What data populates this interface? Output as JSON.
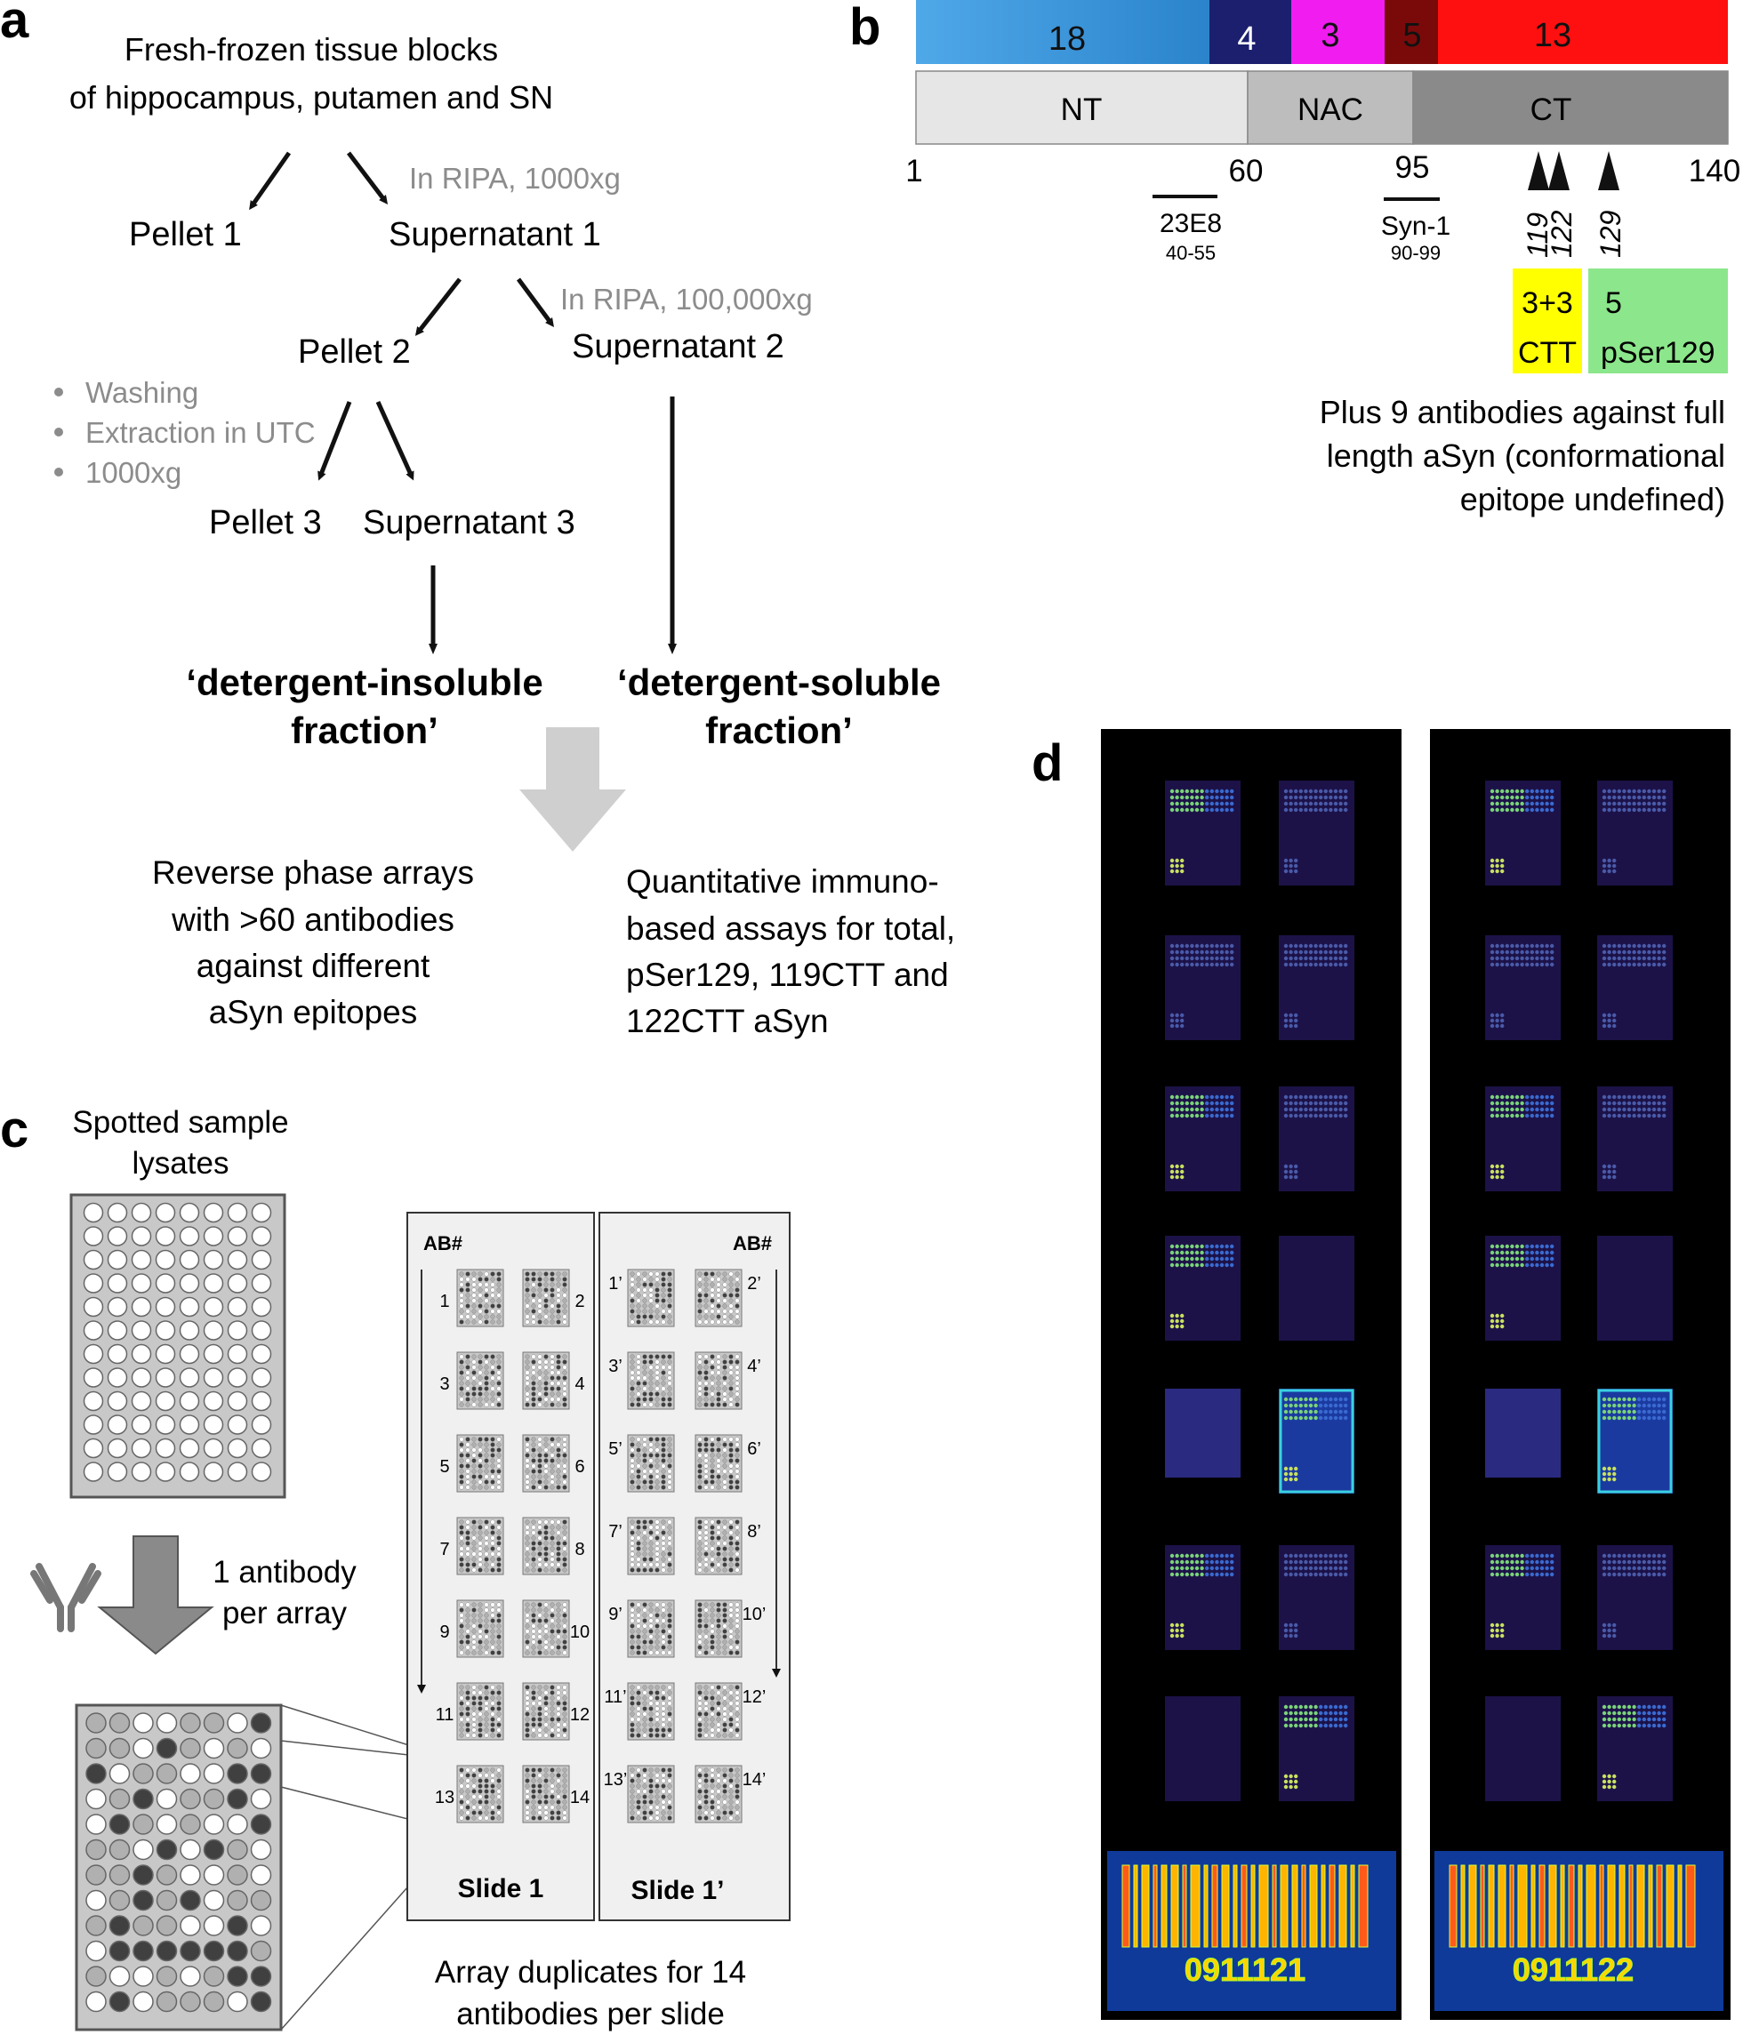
{
  "panels": {
    "a": {
      "letter": "a",
      "source": [
        "Fresh-frozen tissue blocks",
        "of hippocampus, putamen and SN"
      ],
      "step1_condition": "In RIPA, 1000xg",
      "pellet1": "Pellet 1",
      "supernatant1": "Supernatant 1",
      "step2_condition": "In RIPA, 100,000xg",
      "pellet2": "Pellet 2",
      "supernatant2": "Supernatant 2",
      "step3_bullets": [
        "Washing",
        "Extraction in UTC",
        "1000xg"
      ],
      "pellet3": "Pellet 3",
      "supernatant3": "Supernatant 3",
      "insoluble_fraction": [
        "‘detergent-insoluble",
        "fraction’"
      ],
      "soluble_fraction": [
        "‘detergent-soluble",
        "fraction’"
      ],
      "rppa_text": [
        "Reverse phase arrays",
        "with >60 antibodies",
        "against different",
        "aSyn epitopes"
      ],
      "immuno_text": [
        "Quantitative immuno-",
        "based assays for total,",
        "pSer129, 119CTT and",
        "122CTT aSyn"
      ]
    },
    "b": {
      "letter": "b",
      "count_bar": [
        {
          "label": "18",
          "color": "#3a9ad9"
        },
        {
          "label": "4",
          "color": "#1b1f6e"
        },
        {
          "label": "3",
          "color": "#f01cf0"
        },
        {
          "label": "5",
          "color": "#7a0a0a"
        },
        {
          "label": "13",
          "color": "#ff1010"
        }
      ],
      "domains": [
        {
          "label": "NT",
          "color": "#e6e6e6"
        },
        {
          "label": "NAC",
          "color": "#bdbdbd"
        },
        {
          "label": "CT",
          "color": "#8a8a8a"
        }
      ],
      "positions": [
        "1",
        "60",
        "95",
        "140"
      ],
      "epitopes": [
        {
          "name": "23E8",
          "range": "40-55"
        },
        {
          "name": "Syn-1",
          "range": "90-99"
        }
      ],
      "truncation_sites": [
        "119",
        "122",
        "129"
      ],
      "ctt_box": {
        "count": "3+3",
        "label": "CTT",
        "color": "#ffff00"
      },
      "pser_box": {
        "count": "5",
        "label": "pSer129",
        "color": "#8ce68c"
      },
      "note": [
        "Plus 9 antibodies against full",
        "length aSyn (conformational",
        "epitope undefined)"
      ]
    },
    "c": {
      "letter": "c",
      "title": [
        "Spotted sample",
        "lysates"
      ],
      "antibody_text": [
        "1 antibody",
        "per array"
      ],
      "ab_header": "AB#",
      "slide1_left": [
        "1",
        "3",
        "5",
        "7",
        "9",
        "11",
        "13"
      ],
      "slide1_right": [
        "2",
        "4",
        "6",
        "8",
        "10",
        "12",
        "14"
      ],
      "slide1p_left": [
        "1’",
        "3’",
        "5’",
        "7’",
        "9’",
        "11’",
        "13’"
      ],
      "slide1p_right": [
        "2’",
        "4’",
        "6’",
        "8’",
        "10’",
        "12’",
        "14’"
      ],
      "slide1_label": "Slide 1",
      "slide1p_label": "Slide 1’",
      "caption": [
        "Array duplicates for 14",
        "antibodies per slide"
      ]
    },
    "d": {
      "letter": "d",
      "barcodes": [
        "0911121",
        "0911122"
      ]
    }
  }
}
